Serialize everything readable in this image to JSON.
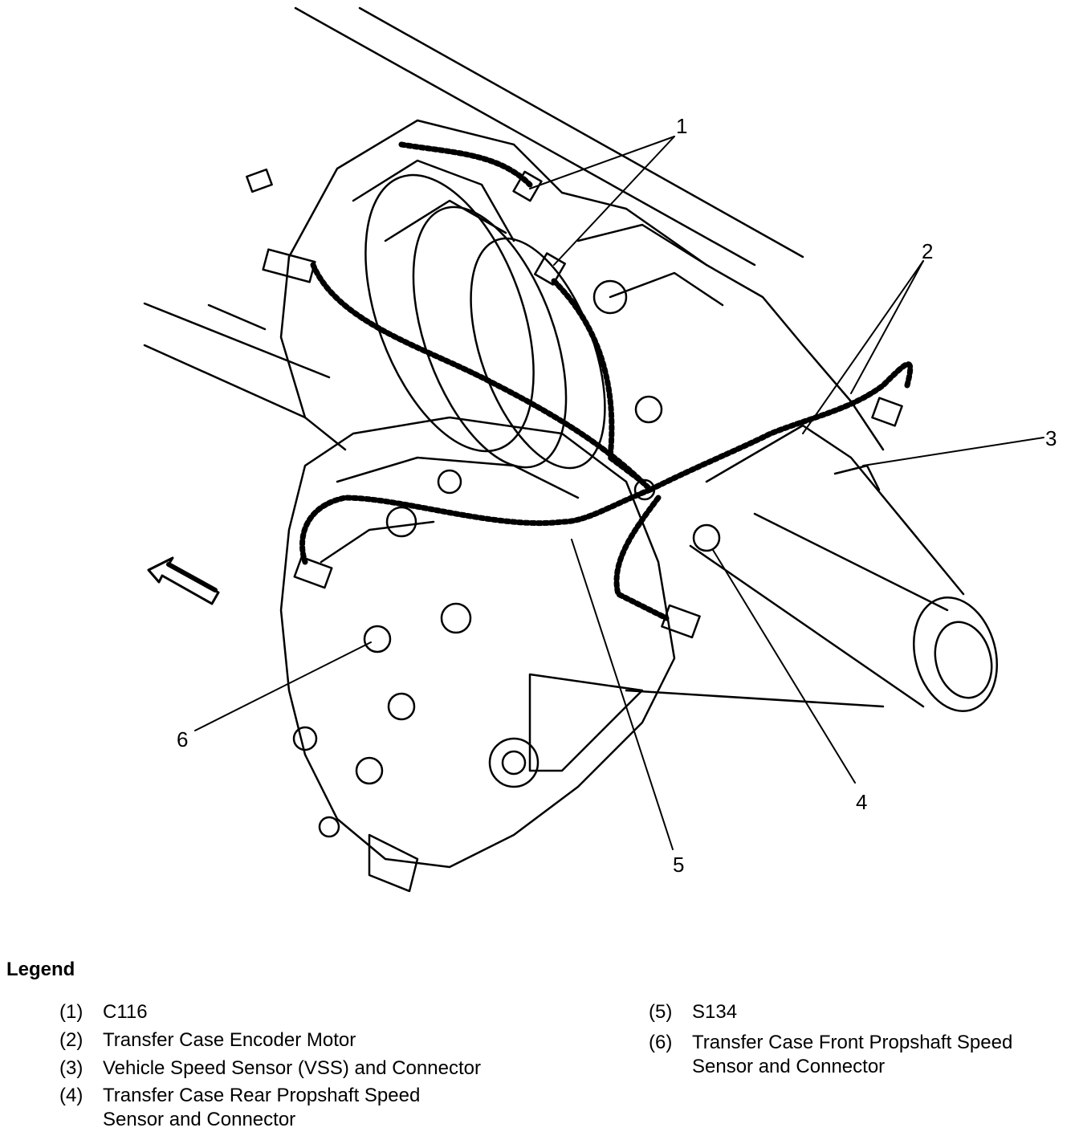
{
  "callouts": [
    "1",
    "2",
    "3",
    "4",
    "5",
    "6"
  ],
  "legend": {
    "title": "Legend",
    "items": [
      {
        "num": "(1)",
        "line1": "C116",
        "line2": ""
      },
      {
        "num": "(2)",
        "line1": "Transfer Case Encoder Motor",
        "line2": ""
      },
      {
        "num": "(3)",
        "line1": "Vehicle Speed Sensor (VSS) and Connector",
        "line2": ""
      },
      {
        "num": "(4)",
        "line1": "Transfer Case Rear Propshaft Speed",
        "line2": "Sensor and Connector"
      },
      {
        "num": "(5)",
        "line1": "S134",
        "line2": ""
      },
      {
        "num": "(6)",
        "line1": "Transfer Case Front Propshaft Speed",
        "line2": "Sensor and Connector"
      }
    ]
  }
}
